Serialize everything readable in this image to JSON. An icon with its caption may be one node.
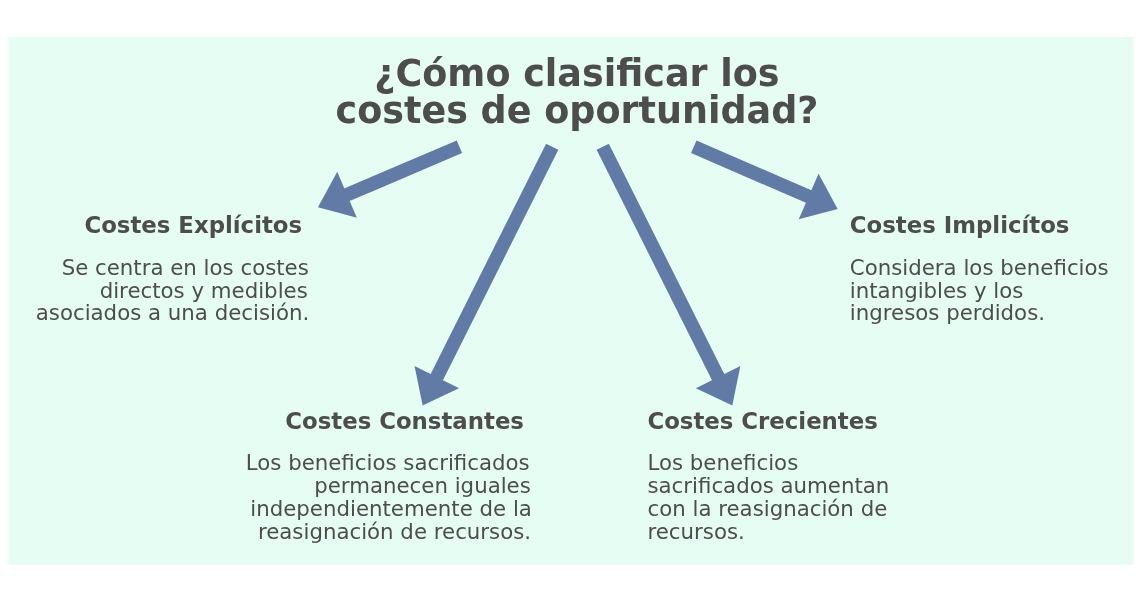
{
  "diagram": {
    "nodes": [
      {
        "text": [
          "¿Cómo clasificar los costes de oportunidad?"
        ]
      },
      {
        "text": [
          "Costes Explícitos",
          "Se centra en los costes directos y medibles asociados a una decisión."
        ]
      },
      {
        "text": [
          "Costes Implicítos",
          "Considera los beneficios intangibles y los ingresos perdidos."
        ]
      },
      {
        "text": [
          "Costes Constantes",
          "Los beneficios sacrificados permanecen iguales independientemente de la reasignación de recursos."
        ]
      },
      {
        "text": [
          "Costes Crecientes",
          "Los beneficios sacrificados aumentan con la reasignación de recursos."
        ]
      }
    ],
    "edges": [
      {
        "from": 0,
        "to": 1,
        "arrow": "to"
      },
      {
        "from": 0,
        "to": 3,
        "arrow": "to"
      },
      {
        "from": 0,
        "to": 4,
        "arrow": "to"
      },
      {
        "from": 0,
        "to": 2,
        "arrow": "to"
      }
    ]
  }
}
